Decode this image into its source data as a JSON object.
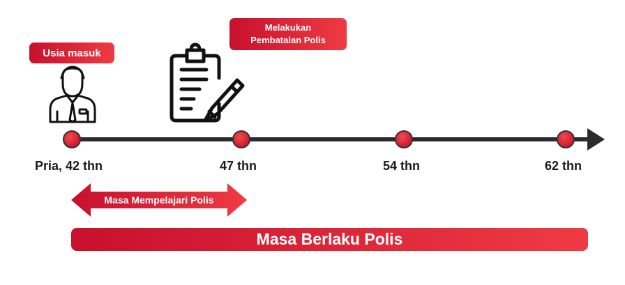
{
  "badges": {
    "entry_age": "Usia masuk",
    "cancel_line1": "Melakukan",
    "cancel_line2": "Pembatalan Polis"
  },
  "timeline": {
    "points": [
      "Pria, 42 thn",
      "47 thn",
      "54 thn",
      "62 thn"
    ]
  },
  "periods": {
    "study_period": "Masa Mempelajari Polis",
    "policy_period": "Masa Berlaku Polis"
  },
  "icons": {
    "person": "businessman-icon",
    "document": "clipboard-pen-icon"
  },
  "colors": {
    "accent": "#d7172f",
    "accent_light": "#ee3b43",
    "line": "#2b2b2b"
  }
}
